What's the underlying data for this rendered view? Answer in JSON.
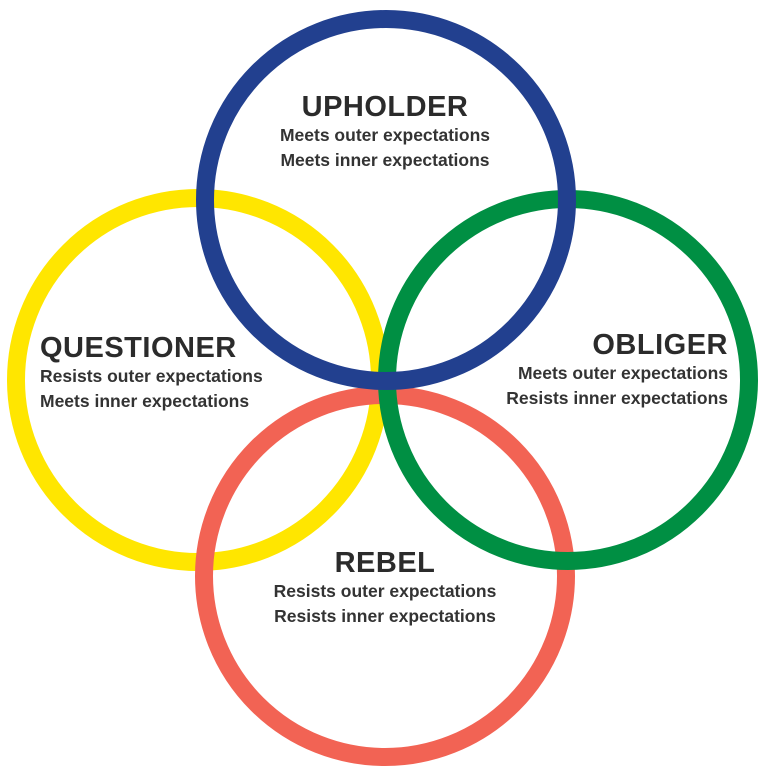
{
  "colors": {
    "upholder": "#22408f",
    "questioner": "#ffe600",
    "obliger": "#008f43",
    "rebel": "#f26354"
  },
  "tendencies": {
    "upholder": {
      "title": "UPHOLDER",
      "lines": [
        "Meets outer expectations",
        "Meets inner expectations"
      ]
    },
    "questioner": {
      "title": "QUESTIONER",
      "lines": [
        "Resists outer expectations",
        "Meets inner expectations"
      ]
    },
    "obliger": {
      "title": "OBLIGER",
      "lines": [
        "Meets outer expectations",
        "Resists inner expectations"
      ]
    },
    "rebel": {
      "title": "REBEL",
      "lines": [
        "Resists outer expectations",
        "Resists inner expectations"
      ]
    }
  }
}
